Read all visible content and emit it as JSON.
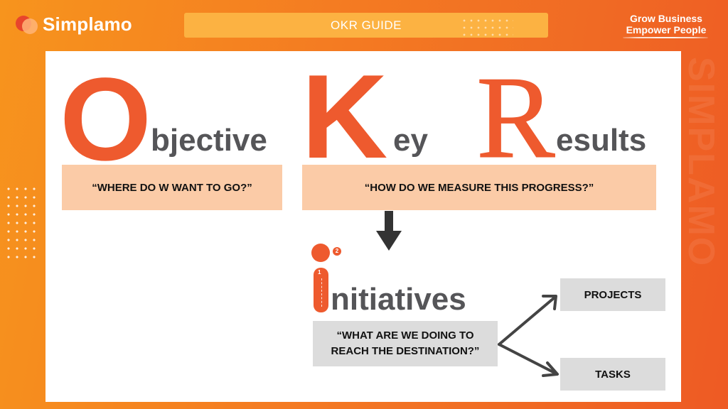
{
  "header": {
    "logo_text": "Simplamo",
    "guide_label": "OKR GUIDE",
    "tagline_line1": "Grow Business",
    "tagline_line2": "Empower People",
    "watermark": "SIMPLAMO"
  },
  "okr": {
    "o_letter": "O",
    "o_rest": "bjective",
    "k_letter": "K",
    "k_rest": "ey",
    "r_letter": "R",
    "r_rest": "esults",
    "objective_question": "“WHERE DO W WANT TO GO?”",
    "key_results_question": "“HOW DO WE MEASURE THIS PROGRESS?”"
  },
  "initiatives": {
    "rest": "nitiatives",
    "badge_1": "1",
    "badge_2": "2",
    "question_line1": "“WHAT ARE WE DOING TO",
    "question_line2": "REACH THE DESTINATION?”",
    "projects_label": "PROJECTS",
    "tasks_label": "TASKS"
  },
  "colors": {
    "accent": "#ee5a2e",
    "peach_box": "#fbcba7",
    "gray_box": "#dcdcdc",
    "text_gray": "#555558",
    "header_bar": "#fcb242"
  }
}
